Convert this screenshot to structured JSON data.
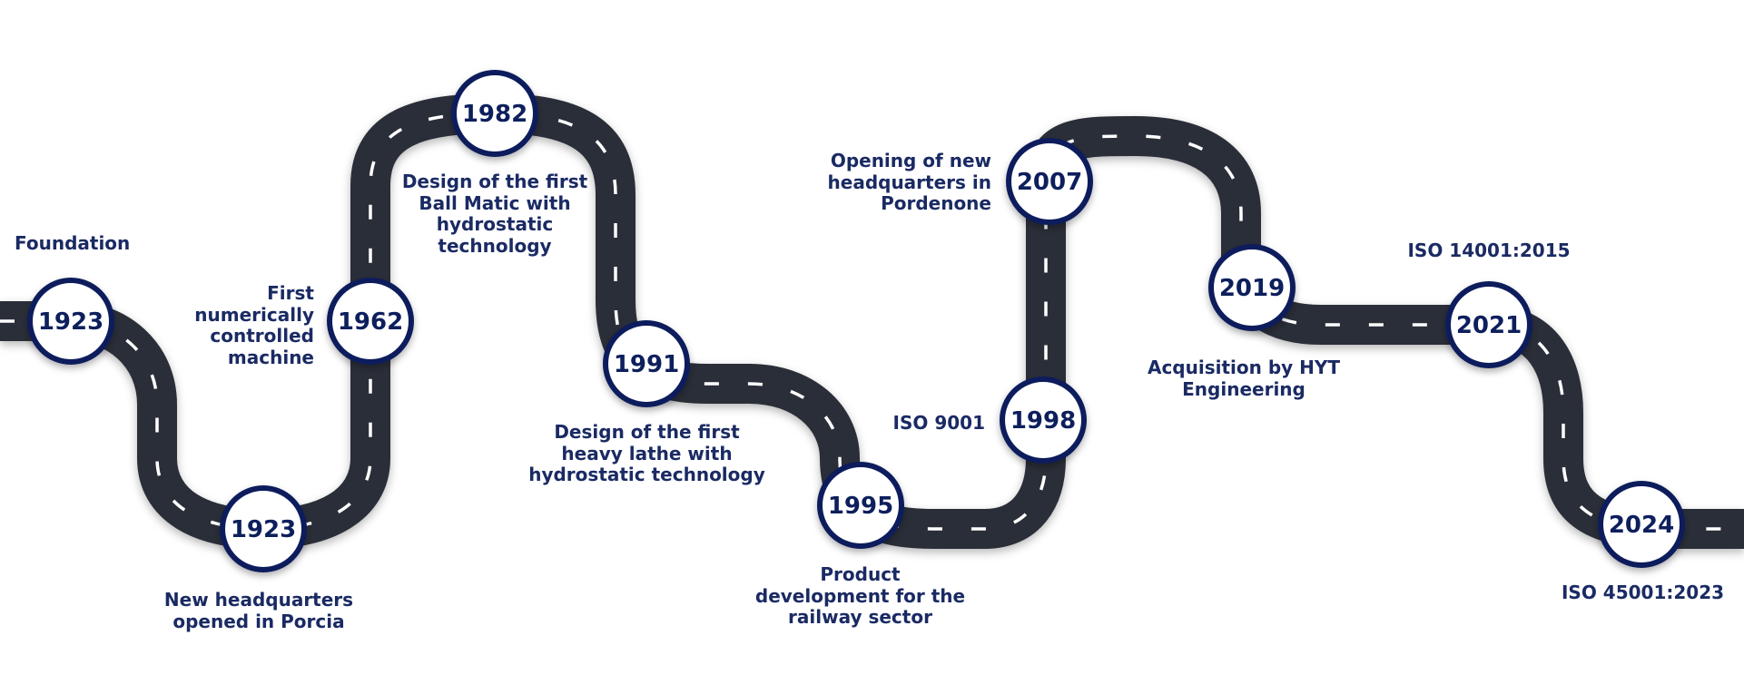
{
  "theme": {
    "road_color": "#2b2f38",
    "lane_marking_color": "#ffffff",
    "node_border_color": "#0d1f5c",
    "node_fill_color": "#ffffff",
    "text_color": "#1a2a63"
  },
  "milestones": [
    {
      "id": "m1",
      "year": "1923",
      "caption": "Foundation"
    },
    {
      "id": "m2",
      "year": "1923",
      "caption": "New headquarters\nopened in Porcia"
    },
    {
      "id": "m3",
      "year": "1962",
      "caption": "First\nnumerically\ncontrolled\nmachine"
    },
    {
      "id": "m4",
      "year": "1982",
      "caption": "Design of the first\nBall Matic with\nhydrostatic\ntechnology"
    },
    {
      "id": "m5",
      "year": "1991",
      "caption": "Design of the first\nheavy lathe with\nhydrostatic technology"
    },
    {
      "id": "m6",
      "year": "1995",
      "caption": "Product\ndevelopment for the\nrailway sector"
    },
    {
      "id": "m7",
      "year": "1998",
      "caption": "ISO 9001"
    },
    {
      "id": "m8",
      "year": "2007",
      "caption": "Opening of new\nheadquarters in\nPordenone"
    },
    {
      "id": "m9",
      "year": "2019",
      "caption": "Acquisition by HYT\nEngineering"
    },
    {
      "id": "m10",
      "year": "2021",
      "caption": "ISO 14001:2015"
    },
    {
      "id": "m11",
      "year": "2024",
      "caption": "ISO 45001:2023"
    }
  ]
}
